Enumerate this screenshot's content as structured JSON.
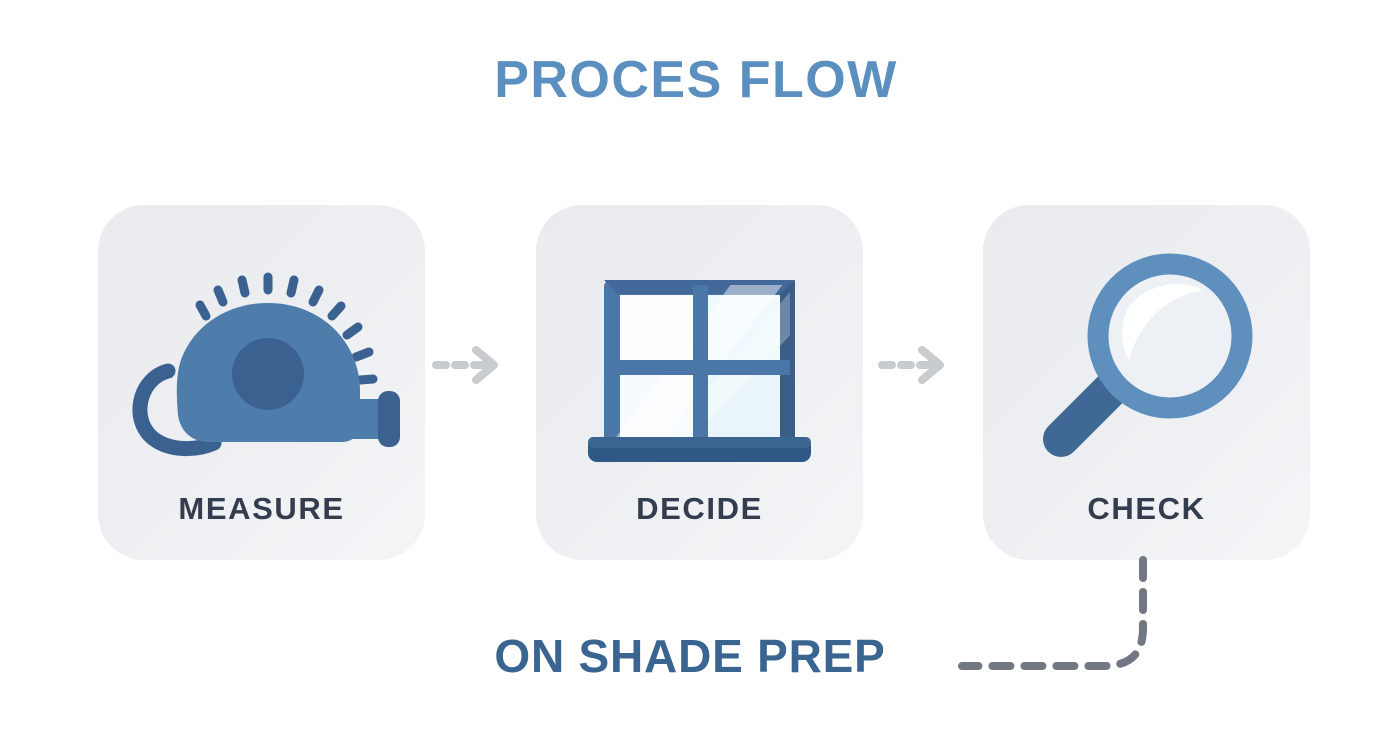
{
  "page": {
    "title": "PROCES FLOW",
    "background_color": "#ffffff",
    "title_color": "#5b8fc0"
  },
  "colors": {
    "title_blue": "#5b8fc0",
    "card_bg_start": "#e9ebef",
    "card_bg_end": "#f4f5f7",
    "label_slate": "#333d4d",
    "icon_blue": "#4e7cab",
    "icon_blue_dark": "#3a6190",
    "icon_ring_blue": "#5e8fbd",
    "glass_light": "#e8f4fa",
    "arrow_gray": "#c8ccce",
    "connector_gray": "#717783",
    "callout_blue": "#3a6590"
  },
  "steps": [
    {
      "id": "measure",
      "label": "MEASURE",
      "icon": "tape-measure-icon"
    },
    {
      "id": "decide",
      "label": "DECIDE",
      "icon": "window-icon"
    },
    {
      "id": "check",
      "label": "CHECK",
      "icon": "magnifying-glass-icon"
    }
  ],
  "connectors": [
    {
      "id": "arrow-1",
      "from": "measure",
      "to": "decide",
      "style": "dashed-arrow"
    },
    {
      "id": "arrow-2",
      "from": "decide",
      "to": "check",
      "style": "dashed-arrow"
    },
    {
      "id": "callout-connector",
      "from": "check",
      "to": "bottom-label",
      "style": "dashed-elbow"
    }
  ],
  "callout": {
    "label": "ON SHADE PREP"
  }
}
